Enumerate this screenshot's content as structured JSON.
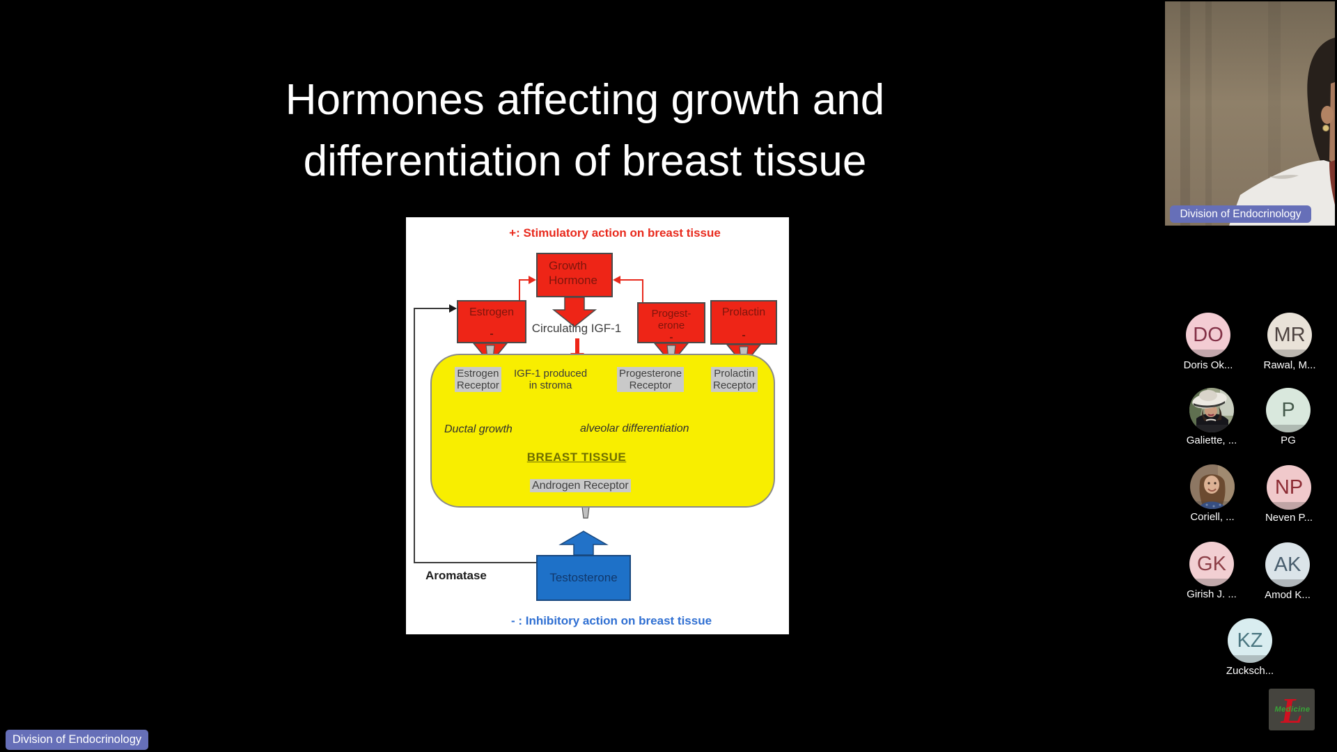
{
  "slide": {
    "title_lines": [
      "Hormones affecting growth and",
      "differentiation of breast tissue"
    ],
    "diagram": {
      "legend_top": "+: Stimulatory action on breast tissue",
      "legend_bottom": "- : Inhibitory action on breast tissue",
      "growth_hormone": {
        "line1": "Growth",
        "line2": "Hormone"
      },
      "estrogen": {
        "label": "Estrogen",
        "sign": "-"
      },
      "progesterone": {
        "line1": "Progest-",
        "line2": "erone",
        "sign": "-"
      },
      "prolactin": {
        "label": "Prolactin",
        "sign": "-"
      },
      "circulating_igf1": "Circulating IGF-1",
      "estrogen_receptor": {
        "line1": "Estrogen",
        "line2": "Receptor"
      },
      "igf1_stroma": {
        "line1": "IGF-1 produced",
        "line2": "in stroma"
      },
      "progesterone_receptor": {
        "line1": "Progesterone",
        "line2": "Receptor"
      },
      "prolactin_receptor": {
        "line1": "Prolactin",
        "line2": "Receptor"
      },
      "ductal_growth": "Ductal growth",
      "alveolar_differentiation": "alveolar differentiation",
      "breast_tissue": "BREAST TISSUE",
      "androgen_receptor": "Androgen Receptor",
      "aromatase": "Aromatase",
      "testosterone": "Testosterone",
      "colors": {
        "stimulatory_red": "#e8291c",
        "inhibitory_blue": "#2f6fd2",
        "box_red": "#ee2517",
        "tissue_yellow": "#f8ee00",
        "testosterone_blue": "#1e71c8",
        "receptor_label_bg": "#c9c9c9"
      }
    }
  },
  "presenter_video": {
    "badge": "Division of Endocrinology"
  },
  "participants": [
    {
      "kind": "initials",
      "initials": "DO",
      "name": "Doris Ok...",
      "bg": "#f3ccd3",
      "fg": "#823046"
    },
    {
      "kind": "initials",
      "initials": "MR",
      "name": "Rawal, M...",
      "bg": "#e9e2d8",
      "fg": "#4d4340"
    },
    {
      "kind": "photo",
      "initials": "",
      "name": "Galiette, ..."
    },
    {
      "kind": "initials",
      "initials": "P",
      "name": "PG",
      "bg": "#d9e8dd",
      "fg": "#44594b"
    },
    {
      "kind": "photo",
      "initials": "",
      "name": "Coriell, ..."
    },
    {
      "kind": "initials",
      "initials": "NP",
      "name": "Neven P...",
      "bg": "#f0c9cb",
      "fg": "#8c2b33"
    },
    {
      "kind": "initials",
      "initials": "GK",
      "name": "Girish J. ...",
      "bg": "#f2cfd2",
      "fg": "#8d3f47"
    },
    {
      "kind": "initials",
      "initials": "AK",
      "name": "Amod K...",
      "bg": "#dbe4e9",
      "fg": "#485d6d"
    },
    {
      "kind": "initials",
      "initials": "KZ",
      "name": "Zucksch...",
      "bg": "#d9edf0",
      "fg": "#4a7680"
    }
  ],
  "footer_badge": {
    "label": "Division of Endocrinology"
  },
  "logo": {
    "letter": "L",
    "label": "Medicine",
    "colors": {
      "letter_red": "#cf1020",
      "label_green": "#37a537"
    }
  }
}
